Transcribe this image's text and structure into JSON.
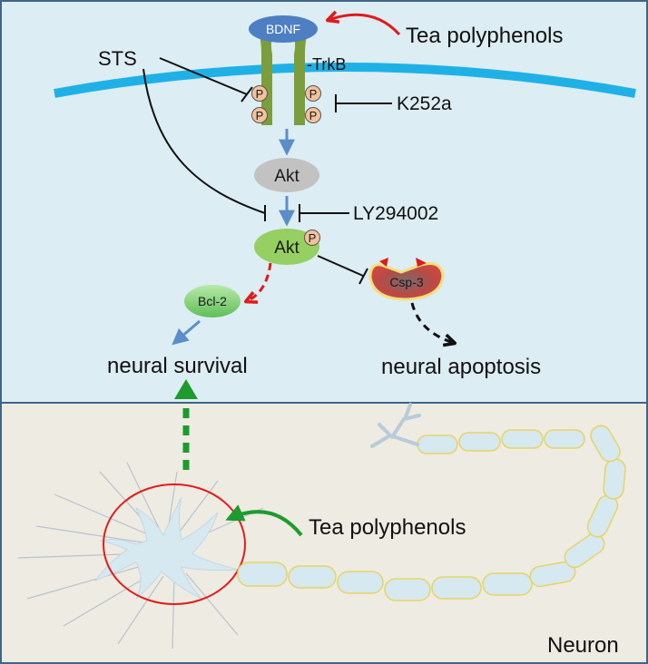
{
  "labels": {
    "bdnf": "BDNF",
    "tea_top": "Tea polyphenols",
    "sts": "STS",
    "trkb": "-TrkB",
    "k252a": "K252a",
    "akt": "Akt",
    "akt_p": "Akt",
    "ly": "LY294002",
    "csp3": "Csp-3",
    "bcl2": "Bcl-2",
    "survival": "neural survival",
    "apoptosis": "neural apoptosis",
    "tea_bottom": "Tea polyphenols",
    "neuron": "Neuron",
    "p1": "P",
    "p2": "P",
    "p3": "P",
    "p4": "P",
    "p5": "P"
  },
  "colors": {
    "top_bg": "#dcedf3",
    "bottom_bg": "#eeebe2",
    "frame": "#3f6587",
    "membrane": "#1fb1e6",
    "trkb": "#7c9d3c",
    "bdnf": "#4d7fc2",
    "akt_grey": "#c2c2c2",
    "akt_green": "#96cf62",
    "bcl2": "#84d07a",
    "csp3": "#c7514b",
    "phospho": "#f2c29d",
    "red_arrow": "#e11a1a",
    "blue_arrow": "#5b8ec8",
    "green_arrow": "#1d9b2e",
    "neuron_fill": "#d6e8f0",
    "myelin": "#e7d564",
    "circle": "#e01d1d"
  }
}
